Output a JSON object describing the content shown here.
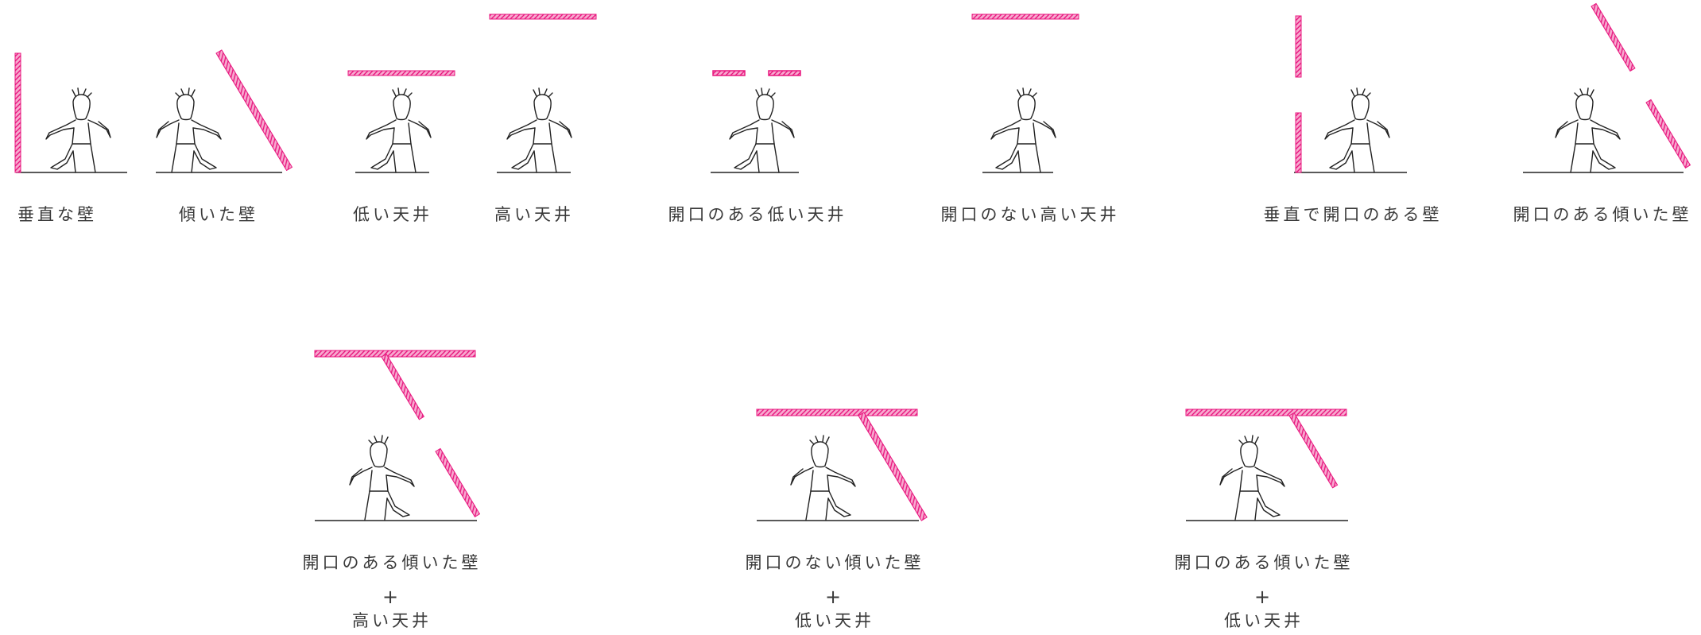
{
  "colors": {
    "element": "#e8177f",
    "line": "#222222",
    "text": "#3a3a3a"
  },
  "panels": [
    {
      "id": "vertical-wall",
      "caption": "垂直な壁"
    },
    {
      "id": "tilted-wall",
      "caption": "傾いた壁"
    },
    {
      "id": "low-ceiling",
      "caption": "低い天井"
    },
    {
      "id": "high-ceiling",
      "caption": "高い天井"
    },
    {
      "id": "low-ceiling-opening",
      "caption": "開口のある低い天井"
    },
    {
      "id": "high-ceiling-no-opening",
      "caption": "開口のない高い天井"
    },
    {
      "id": "vertical-wall-opening",
      "caption": "垂直で開口のある壁"
    },
    {
      "id": "tilted-wall-opening",
      "caption": "開口のある傾いた壁"
    },
    {
      "id": "combo-1",
      "caption": "開口のある傾いた壁",
      "plus": "+",
      "caption2": "高い天井"
    },
    {
      "id": "combo-2",
      "caption": "開口のない傾いた壁",
      "plus": "+",
      "caption2": "低い天井"
    },
    {
      "id": "combo-3",
      "caption": "開口のある傾いた壁",
      "plus": "+",
      "caption2": "低い天井"
    }
  ]
}
